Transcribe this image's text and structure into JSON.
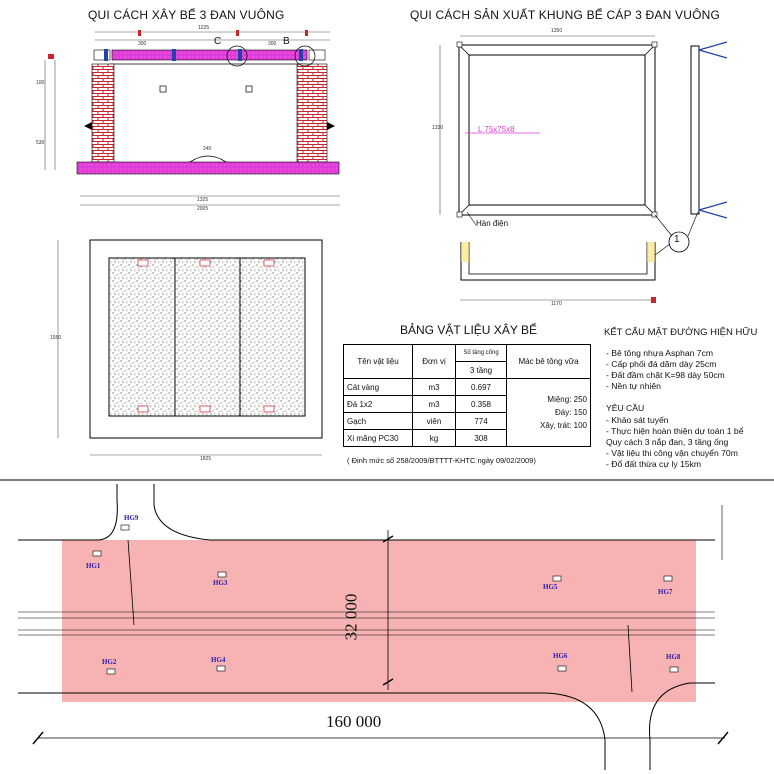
{
  "titles": {
    "tank": "QUI CÁCH XÂY BỂ 3 ĐAN VUÔNG",
    "frame": "QUI CÁCH SẢN XUẤT KHUNG BỂ CÁP 3 ĐAN VUÔNG"
  },
  "section_labels": {
    "c": "C",
    "b": "B"
  },
  "frame_labels": {
    "steel": "L 75x75x8",
    "weld": "Hàn điện",
    "callout": "1"
  },
  "dims": {
    "tank_top": "1225",
    "tank_mid1": "300",
    "tank_mid2": "300",
    "tank_bottom1": "1325",
    "tank_bottom2": "2005",
    "tank_left1": "100",
    "tank_left2": "530",
    "tank_hole": "240",
    "frame_top": "1350",
    "frame_left": "1330",
    "frame_bottom": "1170",
    "cover_left": "1550",
    "cover_bottom": "1825"
  },
  "materials": {
    "title": "BẢNG VẬT LIỆU XÂY BỂ",
    "headers": {
      "name": "Tên vật liệu",
      "unit": "Đơn vị",
      "qty": "Số tầng cống",
      "qty_sub": "3 tầng",
      "mix": "Mác bê tông vữa"
    },
    "rows": [
      {
        "name": "Cát vàng",
        "unit": "m3",
        "qty": "0.697"
      },
      {
        "name": "Đá 1x2",
        "unit": "m3",
        "qty": "0.358"
      },
      {
        "name": "Gạch",
        "unit": "viên",
        "qty": "774"
      },
      {
        "name": "Xi măng PC30",
        "unit": "kg",
        "qty": "308"
      }
    ],
    "mix_lines": [
      "Miệng: 250",
      "Đáy: 150",
      "Xây, trát: 100"
    ],
    "reference": "( Định mức số 258/2009/BTTTT-KHTC ngày 09/02/2009)"
  },
  "structure": {
    "title": "KẾT CẤU MẶT ĐƯỜNG HIỆN HỮU",
    "items": [
      "- Bê tông nhựa Asphan 7cm",
      "- Cấp phối đá dăm dày 25cm",
      "- Đất đầm chặt K=98 dày 50cm",
      "- Nền tự nhiên"
    ]
  },
  "requirements": {
    "title": "YÊU CẦU",
    "items": [
      "- Khảo sát tuyến",
      "- Thực hiện hoàn thiện dự toán 1 bể",
      "Quy cách 3 nắp đan, 3 tầng ống",
      "- Vật liệu thi công vận chuyển 70m",
      "- Đổ đất thừa cự ly 15km"
    ]
  },
  "site": {
    "labels": [
      "HG9",
      "HG1",
      "HG3",
      "HG5",
      "HG7",
      "HG2",
      "HG4",
      "HG6",
      "HG8"
    ],
    "width_dim": "32 000",
    "length_dim": "160 000"
  },
  "colors": {
    "magenta": "#e03cd8",
    "brick": "#c8262a",
    "zone": "#f7b3b3",
    "hg_text": "#2a1ca8"
  }
}
